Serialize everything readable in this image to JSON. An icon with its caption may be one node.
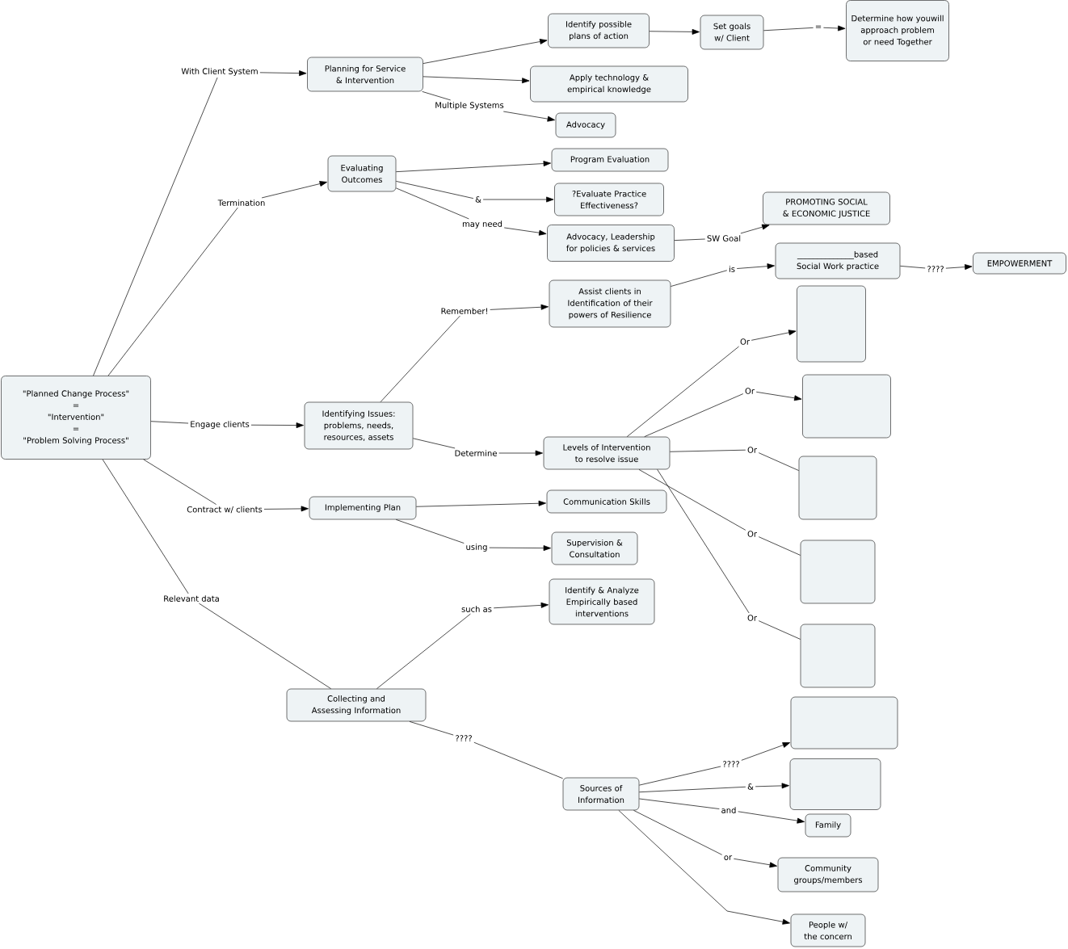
{
  "diagram": {
    "nodes": [
      {
        "text": [
          "\"Planned Change Process\"",
          "=",
          "\"Intervention\"",
          "=",
          "\"Problem Solving Process\""
        ]
      },
      {
        "text": [
          "With Client System"
        ]
      },
      {
        "text": [
          "Planning for Service & Intervention"
        ]
      },
      {
        "text": [
          "Identify possible plans of action"
        ]
      },
      {
        "text": [
          "Set goals w/ Client"
        ]
      },
      {
        "text": [
          "="
        ]
      },
      {
        "text": [
          "Determine how youwill approach problem or need Together"
        ]
      },
      {
        "text": [
          "Apply technology & empirical knowledge"
        ]
      },
      {
        "text": [
          "Multiple Systems"
        ]
      },
      {
        "text": [
          "Advocacy"
        ]
      },
      {
        "text": [
          "Termination"
        ]
      },
      {
        "text": [
          "Evaluating Outcomes"
        ]
      },
      {
        "text": [
          "Program Evaluation"
        ]
      },
      {
        "text": [
          "&"
        ]
      },
      {
        "text": [
          "?Evaluate Practice Effectiveness?"
        ]
      },
      {
        "text": [
          "may need"
        ]
      },
      {
        "text": [
          "Advocacy, Leadership for policies & services"
        ]
      },
      {
        "text": [
          "SW Goal"
        ]
      },
      {
        "text": [
          "PROMOTING SOCIAL & ECONOMIC JUSTICE"
        ]
      },
      {
        "text": [
          "is"
        ]
      },
      {
        "text": [
          "______________based Social Work practice"
        ]
      },
      {
        "text": [
          "????"
        ]
      },
      {
        "text": [
          "EMPOWERMENT"
        ]
      },
      {
        "text": [
          "Remember!"
        ]
      },
      {
        "text": [
          "Assist clients in Identification of their powers of Resilience"
        ]
      },
      {
        "text": [
          "Engage clients"
        ]
      },
      {
        "text": [
          "Identifying Issues: problems, needs, resources, assets"
        ]
      },
      {
        "text": [
          "Determine"
        ]
      },
      {
        "text": [
          "Levels of Intervention to resolve issue"
        ]
      },
      {
        "text": [
          "Or"
        ]
      },
      {
        "text": [],
        "shape": "box"
      },
      {
        "text": [
          "Or"
        ]
      },
      {
        "text": [],
        "shape": "box"
      },
      {
        "text": [
          "Or"
        ]
      },
      {
        "text": [],
        "shape": "box"
      },
      {
        "text": [
          "Or"
        ]
      },
      {
        "text": [],
        "shape": "box"
      },
      {
        "text": [
          "Or"
        ]
      },
      {
        "text": [],
        "shape": "box"
      },
      {
        "text": [
          "Contract w/ clients"
        ]
      },
      {
        "text": [
          "Implementing Plan"
        ]
      },
      {
        "text": [
          "Communication Skills"
        ]
      },
      {
        "text": [
          "using"
        ]
      },
      {
        "text": [
          "Supervision & Consultation"
        ]
      },
      {
        "text": [
          "Relevant data"
        ]
      },
      {
        "text": [
          "Collecting and Assessing Information"
        ]
      },
      {
        "text": [
          "such as"
        ]
      },
      {
        "text": [
          "Identify & Analyze Empirically based interventions"
        ]
      },
      {
        "text": [
          "????"
        ]
      },
      {
        "text": [
          "Sources of Information"
        ]
      },
      {
        "text": [
          "????"
        ]
      },
      {
        "text": [],
        "shape": "box"
      },
      {
        "text": [
          "&"
        ]
      },
      {
        "text": [],
        "shape": "box"
      },
      {
        "text": [
          "and"
        ]
      },
      {
        "text": [
          "Family"
        ]
      },
      {
        "text": [
          "or"
        ]
      },
      {
        "text": [
          "Community groups/members"
        ]
      },
      {
        "text": [
          "People w/ the concern"
        ]
      }
    ],
    "edges": [
      {
        "from": 0,
        "to": 1,
        "arrow": "none"
      },
      {
        "from": 1,
        "to": 2,
        "arrow": "to"
      },
      {
        "from": 2,
        "to": 3,
        "arrow": "to"
      },
      {
        "from": 3,
        "to": 4,
        "arrow": "to"
      },
      {
        "from": 4,
        "to": 5,
        "arrow": "none"
      },
      {
        "from": 5,
        "to": 6,
        "arrow": "to"
      },
      {
        "from": 2,
        "to": 7,
        "arrow": "to"
      },
      {
        "from": 2,
        "to": 8,
        "arrow": "none"
      },
      {
        "from": 8,
        "to": 9,
        "arrow": "to"
      },
      {
        "from": 0,
        "to": 10,
        "arrow": "none"
      },
      {
        "from": 10,
        "to": 11,
        "arrow": "to"
      },
      {
        "from": 11,
        "to": 12,
        "arrow": "to"
      },
      {
        "from": 11,
        "to": 13,
        "arrow": "none"
      },
      {
        "from": 13,
        "to": 14,
        "arrow": "to"
      },
      {
        "from": 11,
        "to": 15,
        "arrow": "none"
      },
      {
        "from": 15,
        "to": 16,
        "arrow": "to"
      },
      {
        "from": 16,
        "to": 17,
        "arrow": "none"
      },
      {
        "from": 17,
        "to": 18,
        "arrow": "to"
      },
      {
        "from": 24,
        "to": 19,
        "arrow": "none"
      },
      {
        "from": 19,
        "to": 20,
        "arrow": "to"
      },
      {
        "from": 20,
        "to": 21,
        "arrow": "none"
      },
      {
        "from": 21,
        "to": 22,
        "arrow": "to"
      },
      {
        "from": 26,
        "to": 23,
        "arrow": "none"
      },
      {
        "from": 23,
        "to": 24,
        "arrow": "to"
      },
      {
        "from": 0,
        "to": 25,
        "arrow": "none"
      },
      {
        "from": 25,
        "to": 26,
        "arrow": "to"
      },
      {
        "from": 26,
        "to": 27,
        "arrow": "none"
      },
      {
        "from": 27,
        "to": 28,
        "arrow": "to"
      },
      {
        "from": 28,
        "to": 29,
        "arrow": "none"
      },
      {
        "from": 29,
        "to": 30,
        "arrow": "to"
      },
      {
        "from": 28,
        "to": 31,
        "arrow": "none"
      },
      {
        "from": 31,
        "to": 32,
        "arrow": "to"
      },
      {
        "from": 28,
        "to": 33,
        "arrow": "none"
      },
      {
        "from": 33,
        "to": 34,
        "arrow": "none"
      },
      {
        "from": 28,
        "to": 35,
        "arrow": "none"
      },
      {
        "from": 35,
        "to": 36,
        "arrow": "none"
      },
      {
        "from": 28,
        "to": 37,
        "arrow": "none"
      },
      {
        "from": 37,
        "to": 38,
        "arrow": "none"
      },
      {
        "from": 0,
        "to": 39,
        "arrow": "none"
      },
      {
        "from": 39,
        "to": 40,
        "arrow": "to"
      },
      {
        "from": 40,
        "to": 41,
        "arrow": "to"
      },
      {
        "from": 40,
        "to": 42,
        "arrow": "none"
      },
      {
        "from": 42,
        "to": 43,
        "arrow": "to"
      },
      {
        "from": 0,
        "to": 44,
        "arrow": "none"
      },
      {
        "from": 44,
        "to": 45,
        "arrow": "none"
      },
      {
        "from": 45,
        "to": 46,
        "arrow": "none"
      },
      {
        "from": 46,
        "to": 47,
        "arrow": "to"
      },
      {
        "from": 45,
        "to": 48,
        "arrow": "none"
      },
      {
        "from": 48,
        "to": 49,
        "arrow": "none"
      },
      {
        "from": 49,
        "to": 50,
        "arrow": "none"
      },
      {
        "from": 50,
        "to": 51,
        "arrow": "to"
      },
      {
        "from": 49,
        "to": 52,
        "arrow": "none"
      },
      {
        "from": 52,
        "to": 53,
        "arrow": "to"
      },
      {
        "from": 49,
        "to": 54,
        "arrow": "none"
      },
      {
        "from": 54,
        "to": 55,
        "arrow": "to"
      },
      {
        "from": 49,
        "to": 56,
        "arrow": "none"
      },
      {
        "from": 56,
        "to": 57,
        "arrow": "to"
      },
      {
        "from": 49,
        "to": 58,
        "arrow": "to"
      }
    ]
  }
}
